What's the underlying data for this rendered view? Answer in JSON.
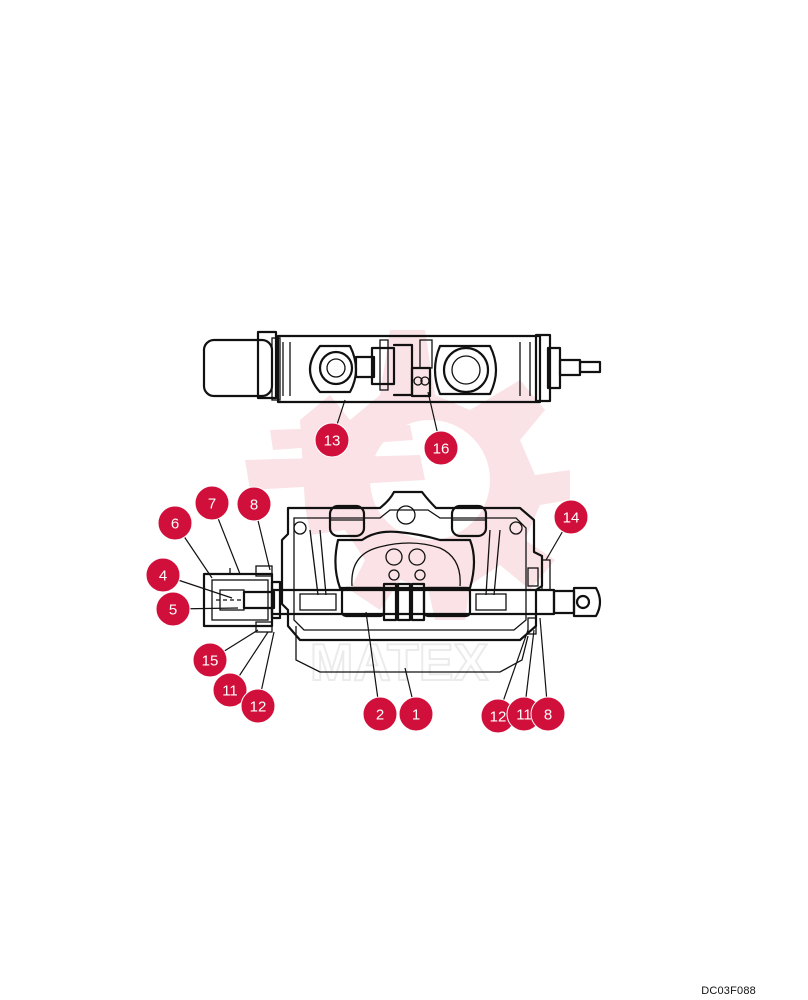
{
  "drawing_code": "DC03F088",
  "callouts": {
    "top_view": [
      "13",
      "16"
    ],
    "front_view": [
      "6",
      "7",
      "8",
      "4",
      "5",
      "15",
      "11",
      "12",
      "2",
      "1",
      "12",
      "11",
      "8",
      "14"
    ]
  },
  "colors": {
    "callout_fill": "#d0103a",
    "callout_text": "#ffffff",
    "line": "#111111",
    "watermark": "#f3c6cc"
  }
}
